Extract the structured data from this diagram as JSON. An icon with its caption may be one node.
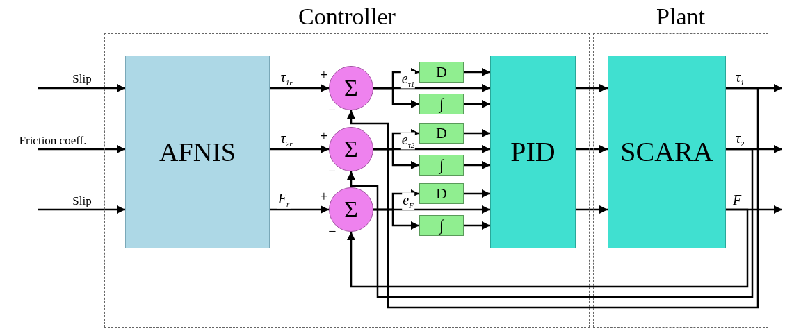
{
  "diagram": {
    "nodes": [
      {
        "text": [
          "Controller"
        ]
      },
      {
        "text": [
          "Plant"
        ]
      },
      {
        "text": [
          "AFNIS"
        ],
        "in": 0
      },
      {
        "text": [
          "Σ"
        ],
        "in": 0
      },
      {
        "text": [
          "Σ"
        ],
        "in": 0
      },
      {
        "text": [
          "Σ"
        ],
        "in": 0
      },
      {
        "text": [
          "D"
        ],
        "in": 0
      },
      {
        "text": [
          "∫"
        ],
        "in": 0
      },
      {
        "text": [
          "D"
        ],
        "in": 0
      },
      {
        "text": [
          "∫"
        ],
        "in": 0
      },
      {
        "text": [
          "D"
        ],
        "in": 0
      },
      {
        "text": [
          "∫"
        ],
        "in": 0
      },
      {
        "text": [
          "PID"
        ],
        "in": 0
      },
      {
        "text": [
          "SCARA"
        ],
        "in": 1
      }
    ],
    "edges": [
      {
        "from": null,
        "to": 2,
        "arrow": "to",
        "label": "Slip"
      },
      {
        "from": null,
        "to": 2,
        "arrow": "to",
        "label": "Friction coeff."
      },
      {
        "from": null,
        "to": 2,
        "arrow": "to",
        "label": "Slip"
      },
      {
        "from": 2,
        "to": 3,
        "arrow": "to",
        "label": "τ$_{1r}$"
      },
      {
        "from": 2,
        "to": 4,
        "arrow": "to",
        "label": "τ$_{2r}$"
      },
      {
        "from": 2,
        "to": 5,
        "arrow": "to",
        "label": "F$_{r}$"
      },
      {
        "from": 3,
        "to": 12,
        "arrow": "to",
        "label": "e$_{τ1}$"
      },
      {
        "from": 3,
        "to": 6,
        "arrow": "to"
      },
      {
        "from": 3,
        "to": 7,
        "arrow": "to"
      },
      {
        "from": 6,
        "to": 12,
        "arrow": "to"
      },
      {
        "from": 7,
        "to": 12,
        "arrow": "to"
      },
      {
        "from": 4,
        "to": 12,
        "arrow": "to",
        "label": "e$_{τ2}$"
      },
      {
        "from": 4,
        "to": 8,
        "arrow": "to"
      },
      {
        "from": 4,
        "to": 9,
        "arrow": "to"
      },
      {
        "from": 8,
        "to": 12,
        "arrow": "to"
      },
      {
        "from": 9,
        "to": 12,
        "arrow": "to"
      },
      {
        "from": 5,
        "to": 12,
        "arrow": "to",
        "label": "e$_{F}$"
      },
      {
        "from": 5,
        "to": 10,
        "arrow": "to"
      },
      {
        "from": 5,
        "to": 11,
        "arrow": "to"
      },
      {
        "from": 10,
        "to": 12,
        "arrow": "to"
      },
      {
        "from": 11,
        "to": 12,
        "arrow": "to"
      },
      {
        "from": 12,
        "to": 13,
        "arrow": "to"
      },
      {
        "from": 12,
        "to": 13,
        "arrow": "to"
      },
      {
        "from": 12,
        "to": 13,
        "arrow": "to"
      },
      {
        "from": 13,
        "to": null,
        "arrow": "to",
        "label": "τ$_{1}$"
      },
      {
        "from": 13,
        "to": null,
        "arrow": "to",
        "label": "τ$_{2}$"
      },
      {
        "from": 13,
        "to": null,
        "arrow": "to",
        "label": "F"
      },
      {
        "from": 13,
        "to": 3,
        "arrow": "to"
      },
      {
        "from": 13,
        "to": 4,
        "arrow": "to"
      },
      {
        "from": 13,
        "to": 5,
        "arrow": "to"
      }
    ],
    "labels": [
      "+",
      "−",
      "+",
      "−",
      "+",
      "−"
    ]
  }
}
